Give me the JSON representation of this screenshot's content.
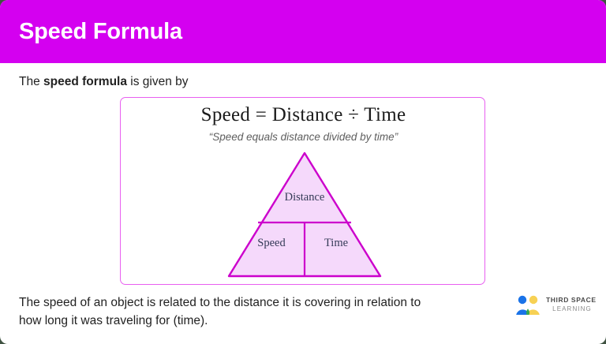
{
  "header": {
    "title": "Speed Formula",
    "background_color": "#d400f0",
    "text_color": "#ffffff"
  },
  "intro": {
    "before": "The ",
    "bold": "speed formula",
    "after": " is given by"
  },
  "formula_card": {
    "border_color": "#e85ff0",
    "equation": "Speed = Distance ÷ Time",
    "caption": "“Speed equals distance divided by time”",
    "diagram": {
      "type": "formula-triangle",
      "fill_color": "#f5d9fb",
      "stroke_color": "#cc00cc",
      "label_color": "#333a56",
      "top_label": "Distance",
      "bottom_left_label": "Speed",
      "bottom_right_label": "Time"
    }
  },
  "footer": {
    "line1": "The speed of an object is related to the distance it is covering in relation to",
    "line2": "how long it was traveling for (time)."
  },
  "logo": {
    "line1": "THIRD SPACE",
    "line2": "LEARNING",
    "mark_colors": {
      "blue": "#1a73e8",
      "yellow": "#f7d154",
      "green": "#34a853"
    }
  }
}
